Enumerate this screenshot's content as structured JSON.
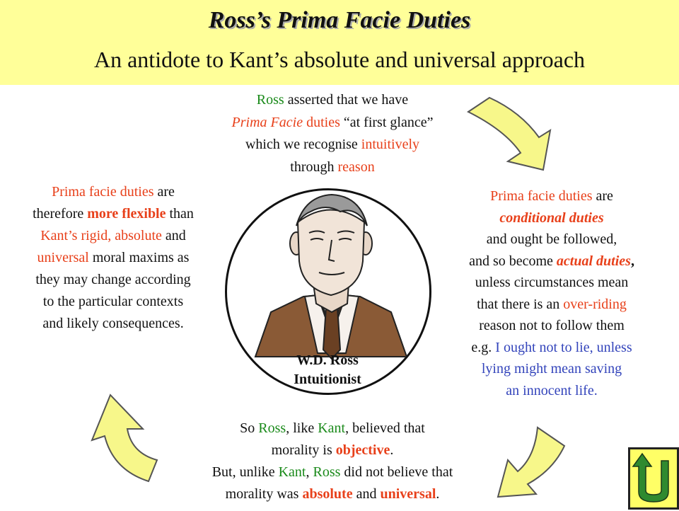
{
  "header": {
    "title": "Ross’s Prima Facie Duties",
    "subtitle": "An antidote to Kant’s absolute and universal approach"
  },
  "top": {
    "l1a": "Ross",
    "l1b": " asserted that we have",
    "l2a": "Prima Facie",
    "l2b": " duties",
    "l2c": " “at first glance”",
    "l3a": "which we recognise ",
    "l3b": "intuitively",
    "l4a": "through ",
    "l4b": "reason"
  },
  "left": {
    "l1a": "Prima facie duties",
    "l1b": " are",
    "l2a": "therefore ",
    "l2b": "more flexible",
    "l2c": " than",
    "l3a": "Kant’s rigid, absolute",
    "l3b": " and",
    "l4a": "universal",
    "l4b": " moral maxims as",
    "l5": "they may change according",
    "l6": "to the particular contexts",
    "l7": "and likely consequences."
  },
  "right": {
    "l1a": "Prima facie duties",
    "l1b": " are",
    "l2": "conditional duties",
    "l3": "and ought be followed,",
    "l4a": "and so become ",
    "l4b": "actual duties",
    "l4c": ",",
    "l5": "unless circumstances mean",
    "l6a": "that there is an ",
    "l6b": "over-riding",
    "l7": "reason not to follow them",
    "l8a": "e.g. ",
    "l8b": "I ought not to lie, unless",
    "l9": "lying might mean saving",
    "l10": "an innocent life."
  },
  "bottom": {
    "l1a": "So ",
    "l1b": "Ross",
    "l1c": ", like ",
    "l1d": "Kant",
    "l1e": ", believed that",
    "l2a": "morality is ",
    "l2b": "objective",
    "l2c": ".",
    "l3a": "But, unlike ",
    "l3b": "Kant",
    "l3c": ", ",
    "l3d": "Ross",
    "l3e": " did not believe that",
    "l4a": "morality was ",
    "l4b": "absolute",
    "l4c": " and ",
    "l4d": "universal",
    "l4e": "."
  },
  "portrait": {
    "name": "W.D. Ross",
    "label": "Intuitionist"
  },
  "colors": {
    "header_bg": "#ffff99",
    "green": "#1a8a1a",
    "red": "#e8401a",
    "blue": "#3344bb",
    "arrow_fill": "#f7f78a"
  },
  "icons": {
    "home": "return-u-turn-icon"
  }
}
